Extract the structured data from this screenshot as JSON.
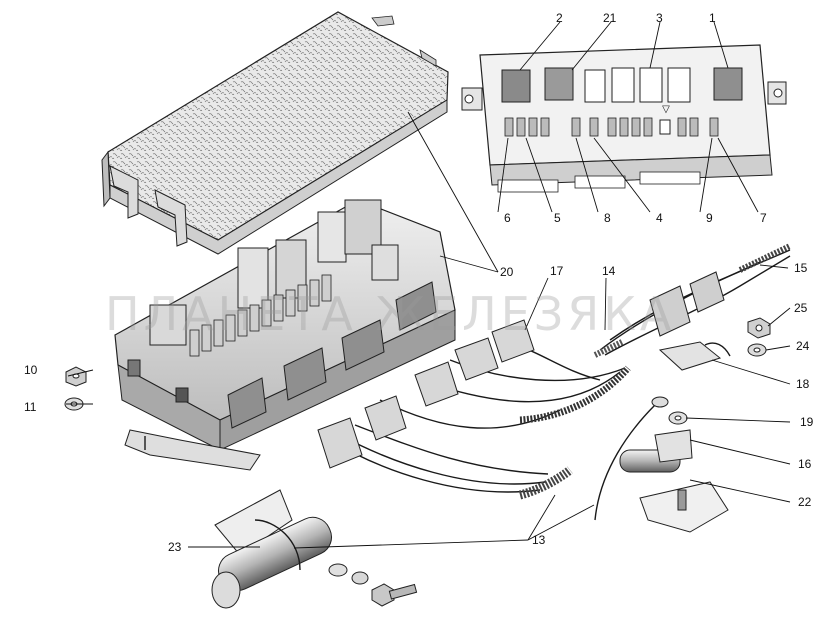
{
  "watermark": "ПЛАНЕТА ЖЕЛЕЗЯКА",
  "callouts": {
    "c1": "1",
    "c2": "2",
    "c3": "3",
    "c4": "4",
    "c5": "5",
    "c6": "6",
    "c7": "7",
    "c8": "8",
    "c9": "9",
    "c10": "10",
    "c11": "11",
    "c13": "13",
    "c14": "14",
    "c15": "15",
    "c16": "16",
    "c17": "17",
    "c18": "18",
    "c19": "19",
    "c20": "20",
    "c21": "21",
    "c22": "22",
    "c23": "23",
    "c24": "24",
    "c25": "25"
  },
  "panel_mark": "▽"
}
